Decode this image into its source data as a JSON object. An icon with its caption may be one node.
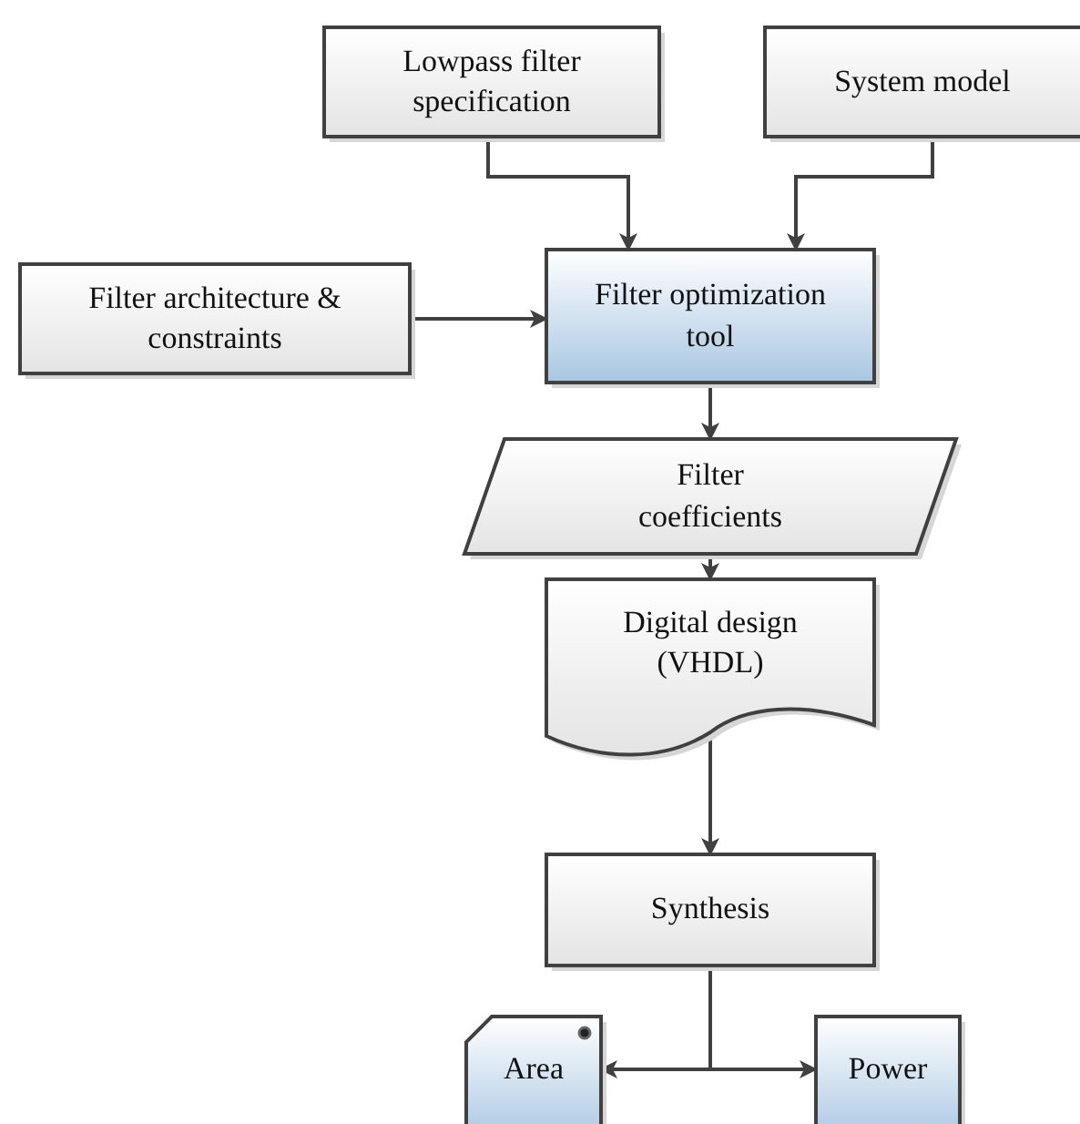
{
  "diagram": {
    "nodes": [
      {
        "text": [
          "Lowpass filter specification"
        ]
      },
      {
        "text": [
          "System model"
        ]
      },
      {
        "text": [
          "Filter architecture & constraints"
        ]
      },
      {
        "text": [
          "Filter optimization tool"
        ]
      },
      {
        "text": [
          "Filter coefficients"
        ]
      },
      {
        "text": [
          "Digital design (VHDL)"
        ]
      },
      {
        "text": [
          "Synthesis"
        ]
      },
      {
        "text": [
          "Area"
        ]
      },
      {
        "text": [
          "Power"
        ]
      }
    ],
    "edges": [
      {
        "from": 0,
        "to": 3,
        "arrow": "to"
      },
      {
        "from": 1,
        "to": 3,
        "arrow": "to"
      },
      {
        "from": 2,
        "to": 3,
        "arrow": "to"
      },
      {
        "from": 3,
        "to": 4,
        "arrow": "to"
      },
      {
        "from": 4,
        "to": 5,
        "arrow": "to"
      },
      {
        "from": 5,
        "to": 6,
        "arrow": "to"
      },
      {
        "from": 6,
        "to": 7,
        "arrow": "to"
      },
      {
        "from": 6,
        "to": 8,
        "arrow": "to"
      }
    ]
  }
}
